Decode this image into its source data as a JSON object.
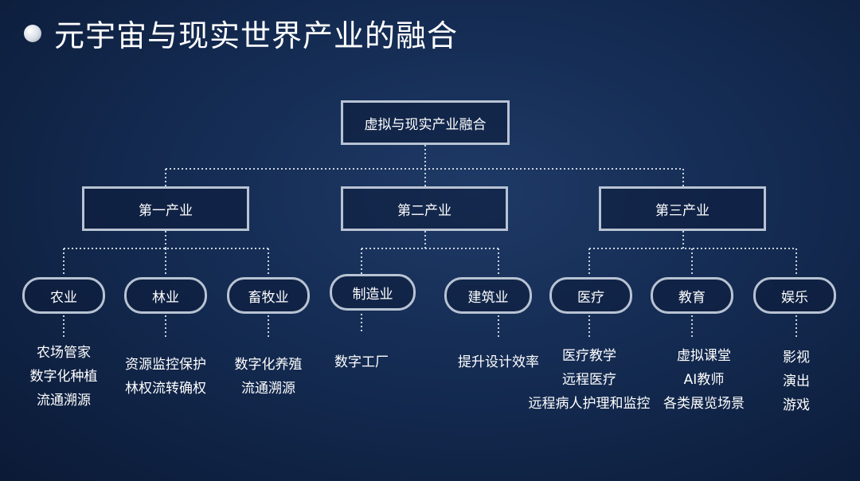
{
  "title": "元宇宙与现实世界产业的融合",
  "root": "虚拟与现实产业融合",
  "industries": [
    {
      "label": "第一产业",
      "sectors": [
        {
          "label": "农业",
          "items": [
            "农场管家",
            "数字化种植",
            "流通溯源"
          ]
        },
        {
          "label": "林业",
          "items": [
            "资源监控保护",
            "林权流转确权"
          ]
        },
        {
          "label": "畜牧业",
          "items": [
            "数字化养殖",
            "流通溯源"
          ]
        }
      ]
    },
    {
      "label": "第二产业",
      "sectors": [
        {
          "label": "制造业",
          "items": [
            "数字工厂"
          ]
        },
        {
          "label": "建筑业",
          "items": [
            "提升设计效率"
          ]
        }
      ]
    },
    {
      "label": "第三产业",
      "sectors": [
        {
          "label": "医疗",
          "items": [
            "医疗教学",
            "远程医疗",
            "远程病人护理和监控"
          ]
        },
        {
          "label": "教育",
          "items": [
            "虚拟课堂",
            "AI教师",
            "各类展览场景"
          ]
        },
        {
          "label": "娱乐",
          "items": [
            "影视",
            "演出",
            "游戏"
          ]
        }
      ]
    }
  ]
}
